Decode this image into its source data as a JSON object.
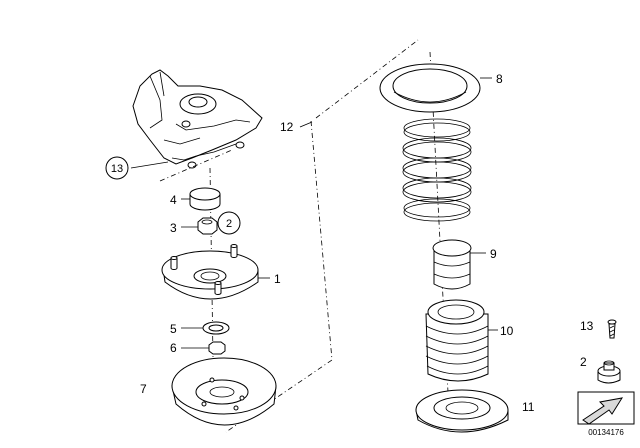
{
  "labels": {
    "p1": "1",
    "p2": "2",
    "p3": "3",
    "p4": "4",
    "p5": "5",
    "p6": "6",
    "p7": "7",
    "p8": "8",
    "p9": "9",
    "p10": "10",
    "p11": "11",
    "p12": "12",
    "p13": "13",
    "legend13": "13",
    "legend2": "2"
  },
  "diagram_code": "00134176"
}
